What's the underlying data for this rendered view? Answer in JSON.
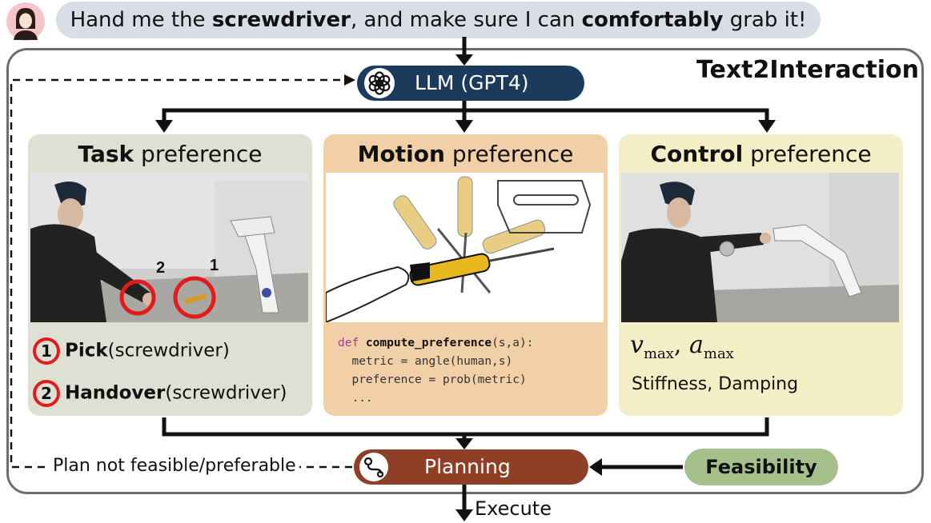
{
  "prompt": {
    "p1": "Hand me the ",
    "b1": "screwdriver",
    "p2": ", and make sure I can ",
    "b2": "comfortably",
    "p3": " grab it!"
  },
  "title": "Text2Interaction",
  "llm": {
    "label": "LLM (GPT4)",
    "icon": "openai-icon"
  },
  "panels": [
    {
      "bold": "Task",
      "rest": " preference",
      "steps": [
        {
          "num": "1",
          "bold": "Pick",
          "rest": "(screwdriver)"
        },
        {
          "num": "2",
          "bold": "Handover",
          "rest": "(screwdriver)"
        }
      ],
      "photo_labels": [
        "2",
        "1"
      ]
    },
    {
      "bold": "Motion",
      "rest": " preference",
      "code": {
        "kw": "def ",
        "fn": "compute_preference",
        "args": "(s,a):",
        "line2": "  metric = angle(human,s)",
        "line3": "  preference = prob(metric)",
        "line4": "  ..."
      }
    },
    {
      "bold": "Control",
      "rest": " preference",
      "math": {
        "v": "v",
        "vsub": "max",
        "sep": ", ",
        "a": "a",
        "asub": "max"
      },
      "params": "Stiffness, Damping"
    }
  ],
  "planning": {
    "label": "Planning",
    "icon": "route-icon"
  },
  "feasibility": "Feasibility",
  "fallback": "Plan not feasible/preferable",
  "execute": "Execute",
  "colors": {
    "llm": "#1c3a5c",
    "planning": "#8e3f25",
    "feasibility": "#a5c08b",
    "task_panel": "#dde0d2",
    "motion_panel": "#f1cfa7",
    "control_panel": "#f4eec7",
    "marker": "#e31b1b",
    "bubble": "#d9dee6"
  }
}
